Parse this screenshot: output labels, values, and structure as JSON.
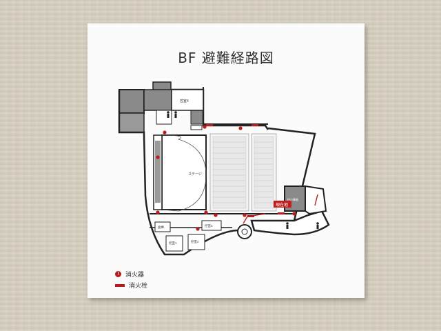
{
  "sign": {
    "title": "BF 避難経路図",
    "labels": {
      "stage": "ステージ",
      "green_room_4": "控室4",
      "green_room_1": "控室1",
      "green_room_2": "控室2",
      "green_room_3": "控室3",
      "storage": "倉庫",
      "office": "控小事務",
      "current_location": "現在地"
    },
    "legend": {
      "extinguisher": "消火器",
      "hydrant": "消火栓"
    },
    "colors": {
      "accent": "#b81c1c",
      "wall": "#222222",
      "room_fill": "#8a8a8a",
      "background": "#fbfbfb"
    }
  }
}
